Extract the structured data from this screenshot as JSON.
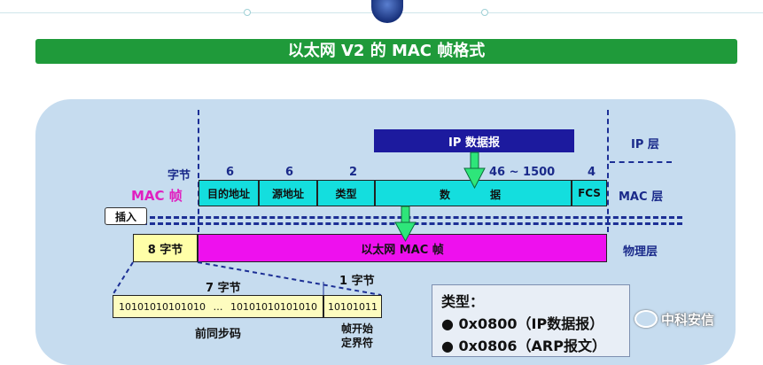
{
  "title": "以太网 V2 的 MAC 帧格式",
  "layers": {
    "ip": "IP 层",
    "mac": "MAC 层",
    "physical": "物理层"
  },
  "ip_datagram": "IP 数据报",
  "bytes_label": "字节",
  "field_sizes": [
    "6",
    "6",
    "2",
    "46 ~ 1500",
    "4"
  ],
  "mac_frame_label": "MAC 帧",
  "fields": [
    "目的地址",
    "源地址",
    "类型",
    "数",
    "据",
    "FCS"
  ],
  "insert_label": "插入",
  "preamble_bytes": "8 字节",
  "ethernet_frame": "以太网 MAC 帧",
  "preamble": {
    "size_7": "7 字节",
    "size_1": "1 字节",
    "bits_a": "10101010101010",
    "ellipsis": "…",
    "bits_b": "10101010101010",
    "bits_sfd": "10101011",
    "sync_label": "前同步码",
    "sfd_label_1": "帧开始",
    "sfd_label_2": "定界符"
  },
  "type_box": {
    "heading": "类型：",
    "items": [
      "0x0800（IP数据报）",
      "0x0806（ARP报文）"
    ]
  },
  "watermark": "中科安信",
  "colors": {
    "title_bg": "#1f9a3a",
    "panel": "#c6dcef",
    "cyan": "#14dede",
    "ip_box": "#1c1a9e",
    "magenta": "#ee10ee",
    "mac_label": "#e020c0",
    "arrow": "#2ee67a"
  }
}
